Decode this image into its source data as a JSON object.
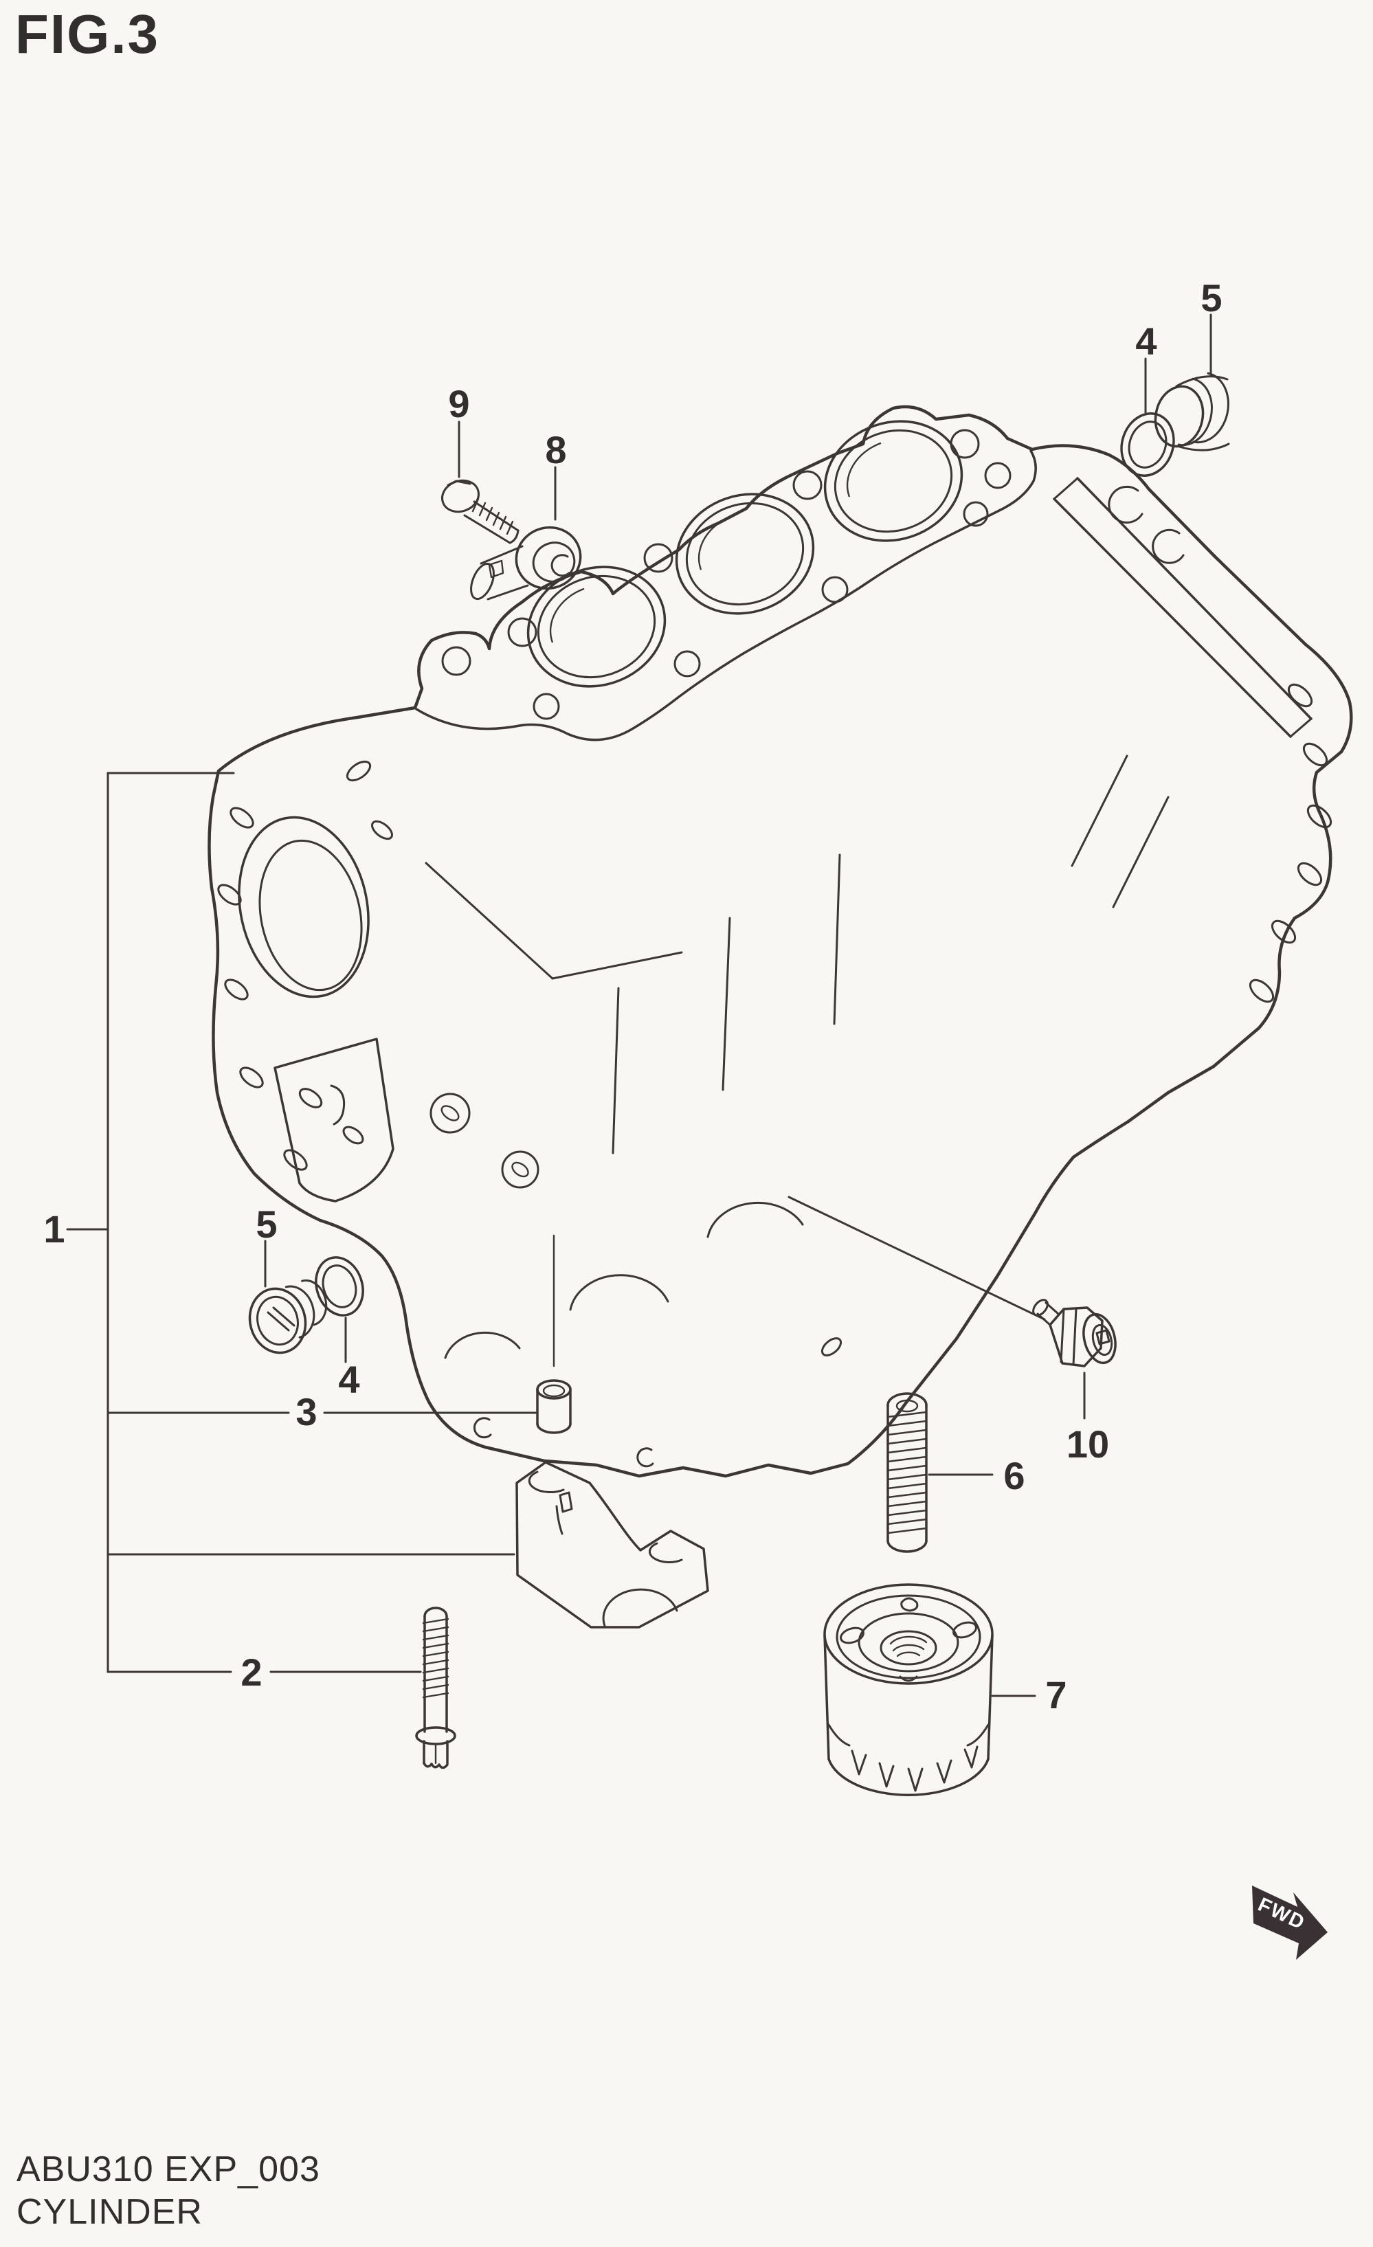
{
  "figure": {
    "title": "FIG.3"
  },
  "footer": {
    "code": "ABU310 EXP_003",
    "name": "CYLINDER"
  },
  "direction_indicator": {
    "label": "FWD"
  },
  "callouts": {
    "n1": "1",
    "n2": "2",
    "n3": "3",
    "n4_top": "4",
    "n4_bottom": "4",
    "n5_top": "5",
    "n5_bottom": "5",
    "n6": "6",
    "n7": "7",
    "n8": "8",
    "n9": "9",
    "n10": "10"
  },
  "colors": {
    "line": "#3d3734",
    "text": "#332e2e",
    "background": "#f8f7f4",
    "arrow_fill": "#3a3134",
    "arrow_text": "#ffffff"
  }
}
